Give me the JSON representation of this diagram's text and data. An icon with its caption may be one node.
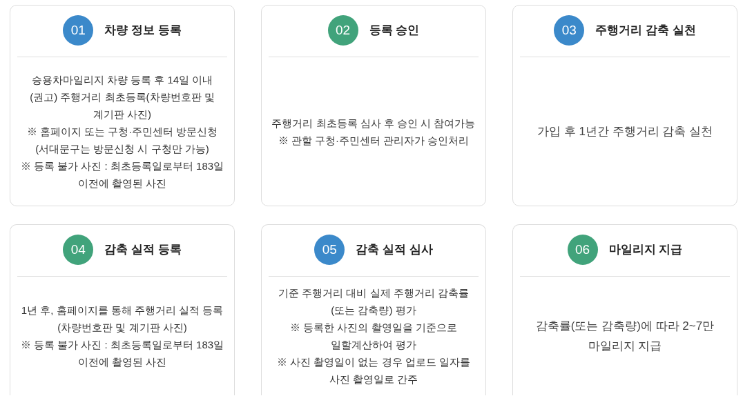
{
  "diagram": {
    "nodes": [
      {
        "text": [
          "차량 정보 등록",
          "승용차마일리지 차량 등록 후 14일 이내 (권고) 주행거리 최초등록(차량번호판 및 계기판 사진)",
          "※ 홈페이지 또는 구청·주민센터 방문신청 (서대문구는 방문신청 시 구청만 가능)",
          "※ 등록 불가 사진 : 최초등록일로부터 183일 이전에 촬영된 사진"
        ]
      },
      {
        "text": [
          "01"
        ],
        "in": 0
      },
      {
        "text": [
          "등록 승인",
          "주행거리 최초등록 심사 후 승인 시 참여가능",
          "※ 관할 구청·주민센터 관리자가 승인처리"
        ]
      },
      {
        "text": [
          "02"
        ],
        "in": 2
      },
      {
        "text": [
          "주행거리 감축 실천",
          "가입 후 1년간 주행거리 감축 실천"
        ]
      },
      {
        "text": [
          "03"
        ],
        "in": 4
      },
      {
        "text": [
          "감축 실적 등록",
          "1년 후, 홈페이지를 통해 주행거리 실적 등록 (차량번호판 및 계기판 사진)",
          "※ 등록 불가 사진 : 최초등록일로부터 183일 이전에 촬영된 사진"
        ]
      },
      {
        "text": [
          "04"
        ],
        "in": 6
      },
      {
        "text": [
          "감축 실적 심사",
          "기준 주행거리 대비 실제 주행거리 감축률 (또는 감축량) 평가",
          "※ 등록한 사진의 촬영일을 기준으로 일할계산하여 평가",
          "※ 사진 촬영일이 없는 경우 업로드 일자를 사진 촬영일로 간주"
        ]
      },
      {
        "text": [
          "05"
        ],
        "in": 8
      },
      {
        "text": [
          "마일리지 지급",
          "감축률(또는 감축량)에 따라 2~7만 마일리지 지급"
        ]
      },
      {
        "text": [
          "06"
        ],
        "in": 10
      }
    ]
  }
}
